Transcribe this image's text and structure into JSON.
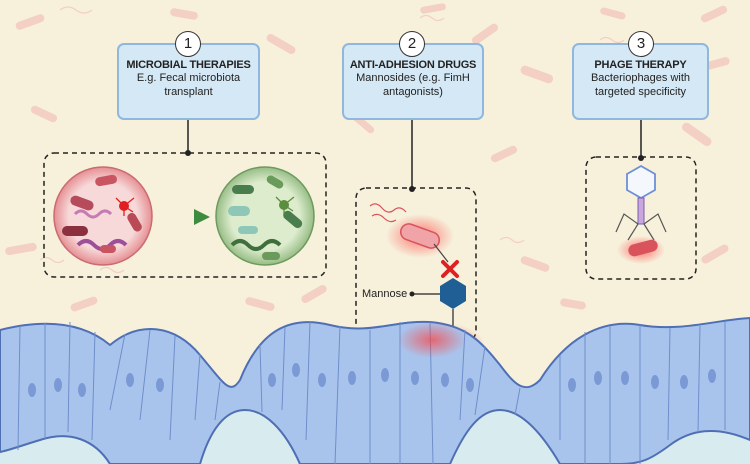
{
  "steps": [
    {
      "number": "1",
      "title": "MICROBIAL THERAPIES",
      "subtitle_line1": "E.g. Fecal microbiota",
      "subtitle_line2": "transplant"
    },
    {
      "number": "2",
      "title": "ANTI-ADHESION DRUGS",
      "subtitle_line1": "Mannosides (e.g. FimH",
      "subtitle_line2": "antagonists)"
    },
    {
      "number": "3",
      "title": "PHAGE THERAPY",
      "subtitle_line1": "Bacteriophages with",
      "subtitle_line2": "targeted specificity"
    }
  ],
  "mannose_label": "Mannose",
  "colors": {
    "background": "#f7f1dc",
    "card_fill": "#d4e8f5",
    "card_border": "#8fb8dc",
    "epithelium": "#a9c4ec",
    "epithelium_border": "#4f6fb5",
    "lumen": "#d8ecf0",
    "dysbiosis_circle": "#f5c9cb",
    "healthy_circle": "#c9dec0",
    "mannose_hexagon": "#1f5f96",
    "block_mark": "#e02020"
  },
  "icons": [
    "dysbiotic-microbiome-icon",
    "healthy-microbiome-icon",
    "uropathogen-icon",
    "mannose-hexagon-icon",
    "block-x-icon",
    "bacteriophage-icon",
    "epithelium-icon"
  ]
}
